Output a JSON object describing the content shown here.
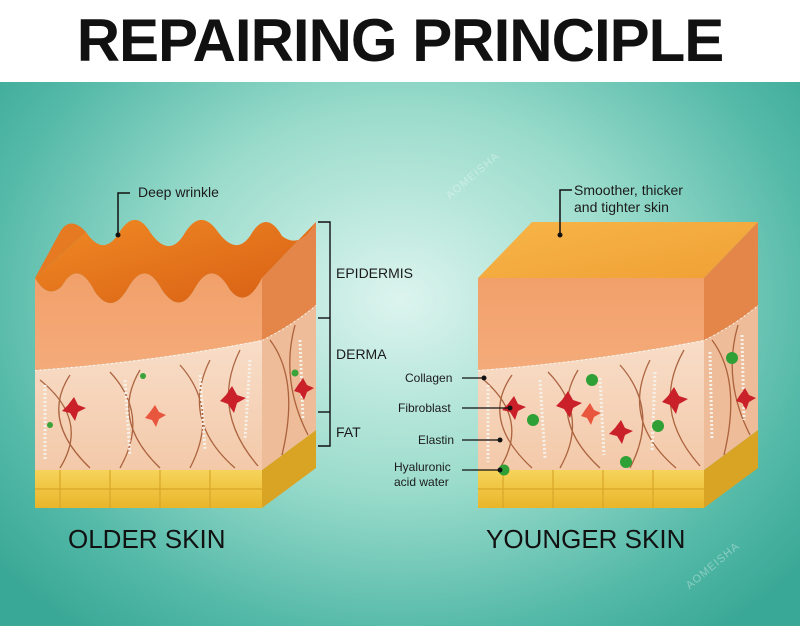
{
  "title": "REPAIRING PRINCIPLE",
  "older": {
    "caption": "OLDER SKIN",
    "wrinkle_label": "Deep wrinkle",
    "layers": {
      "epidermis": "EPIDERMIS",
      "derma": "DERMA",
      "fat": "FAT"
    }
  },
  "younger": {
    "caption": "YOUNGER SKIN",
    "surface_label_1": "Smoother, thicker",
    "surface_label_2": "and tighter skin",
    "components": {
      "collagen": "Collagen",
      "fibroblast": "Fibroblast",
      "elastin": "Elastin",
      "hyaluronic_1": "Hyaluronic",
      "hyaluronic_2": "acid water"
    }
  },
  "watermark": "AOMEISHA",
  "colors": {
    "epidermis_top": "#e8731a",
    "epidermis_side": "#f0a070",
    "derma": "#f6d2b8",
    "fat": "#f3c63a",
    "background": "#7fd2c2"
  }
}
